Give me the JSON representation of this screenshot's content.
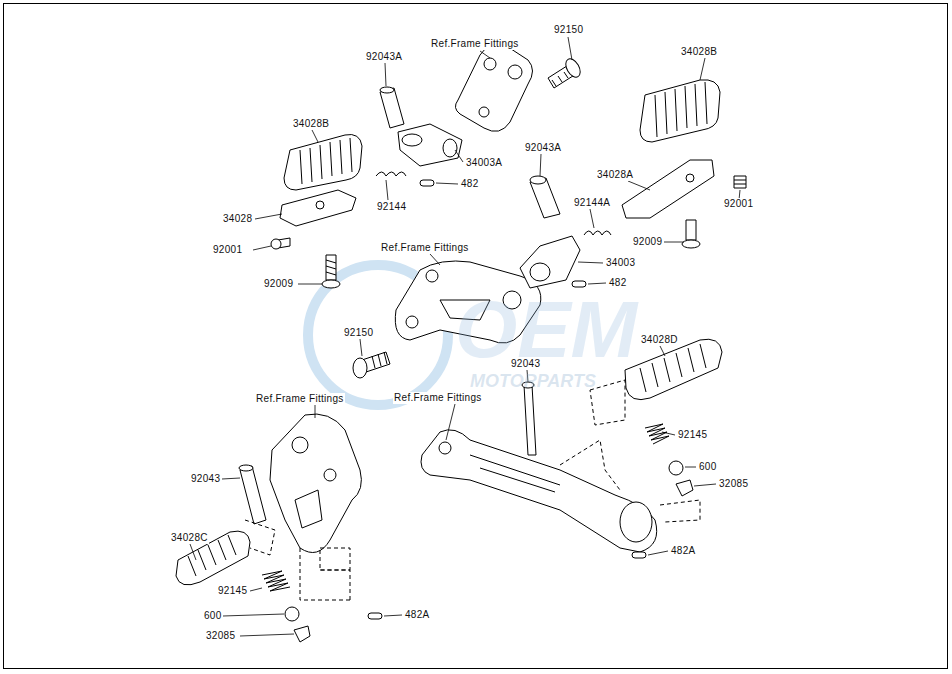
{
  "diagram": {
    "labels": [
      "Ref.Frame Fittings",
      "92150",
      "92043A",
      "34028B",
      "34028B",
      "34003A",
      "482",
      "92144",
      "34028",
      "92043A",
      "92144A",
      "34028A",
      "92001",
      "92001",
      "92009",
      "Ref.Frame Fittings",
      "34003",
      "92009",
      "482",
      "92150",
      "92043",
      "34028D",
      "Ref.Frame Fittings",
      "Ref.Frame Fittings",
      "92145",
      "600",
      "92043",
      "32085",
      "34028C",
      "482A",
      "92145",
      "600",
      "482A",
      "32085",
      "MOTORPARTS",
      "OEM"
    ]
  }
}
